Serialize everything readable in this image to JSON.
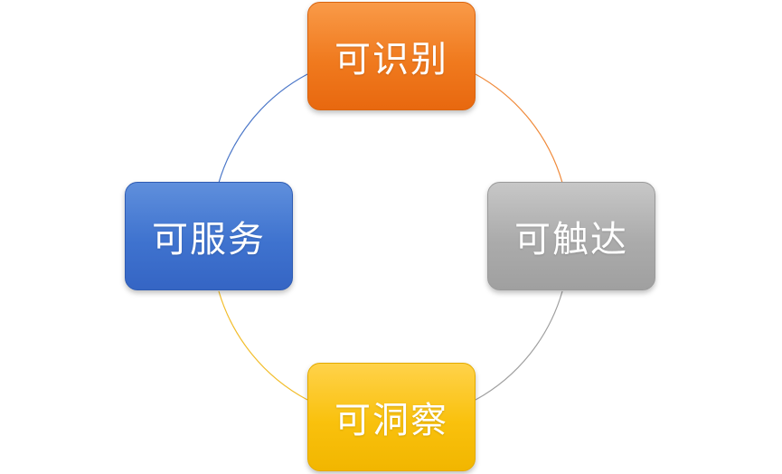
{
  "diagram": {
    "nodes": [
      {
        "label": "可识别",
        "color": "#f07a1e"
      },
      {
        "label": "可触达",
        "color": "#a9a9a9"
      },
      {
        "label": "可洞察",
        "color": "#f9c10d"
      },
      {
        "label": "可服务",
        "color": "#3f73cf"
      }
    ],
    "connector_colors": {
      "top_right": "#f08a3a",
      "right_bottom": "#9f9f9f",
      "bottom_left": "#f2bd2a",
      "left_top": "#4a76c8"
    }
  }
}
